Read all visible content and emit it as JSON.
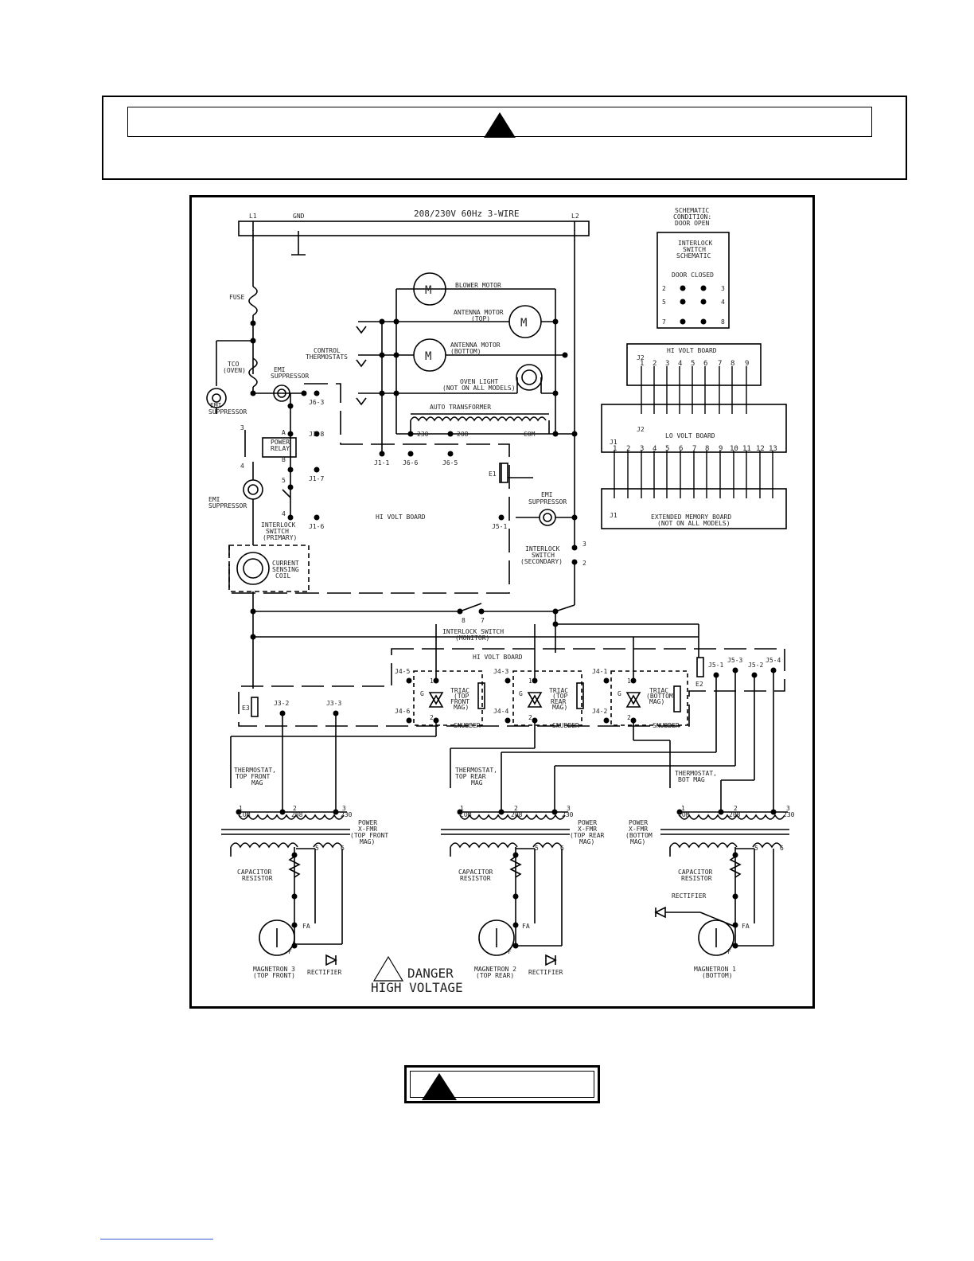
{
  "header": {
    "notice": ""
  },
  "supply": {
    "label": "208/230V 60Hz 3-WIRE",
    "l1": "L1",
    "gnd": "GND",
    "l2": "L2"
  },
  "schematic_condition": {
    "l1": "SCHEMATIC",
    "l2": "CONDITION:",
    "l3": "DOOR OPEN"
  },
  "interlock_schematic": {
    "title1": "INTERLOCK",
    "title2": "SWITCH",
    "title3": "SCHEMATIC",
    "door": "DOOR CLOSED",
    "pins": [
      "2",
      "3",
      "5",
      "4",
      "7",
      "8"
    ]
  },
  "motors": {
    "blower": "BLOWER MOTOR",
    "ant_top_1": "ANTENNA MOTOR",
    "ant_top_2": "(TOP)",
    "ant_bot_1": "ANTENNA MOTOR",
    "ant_bot_2": "(BOTTOM)",
    "m": "M",
    "light_1": "OVEN LIGHT",
    "light_2": "(NOT ON ALL MODELS)"
  },
  "left_column": {
    "fuse": "FUSE",
    "tco_1": "TCO",
    "tco_2": "(OVEN)",
    "emi_1": "EMI",
    "emi_2": "SUPPRESSOR",
    "control_1": "CONTROL",
    "control_2": "THERMOSTATS",
    "relay_1": "POWER",
    "relay_2": "RELAY",
    "interlock_primary_1": "INTERLOCK",
    "interlock_primary_2": "SWITCH",
    "interlock_primary_3": "(PRIMARY)",
    "coil_1": "CURRENT",
    "coil_2": "SENSING",
    "coil_3": "COIL"
  },
  "connectors": {
    "j6_3": "J6-3",
    "j1_8": "J1-8",
    "j1_7": "J1-7",
    "j1_6": "J1-6",
    "j1_1": "J1-1",
    "j6_6": "J6-6",
    "j6_5": "J6-5",
    "j5_1": "J5-1",
    "a": "A",
    "b": "B",
    "e1": "E1",
    "t230": "230",
    "t208": "208",
    "com": "COM",
    "n3": "3",
    "n4": "4",
    "n5": "5"
  },
  "auto_transformer": "AUTO TRANSFORMER",
  "hi_volt_board": "HI VOLT BOARD",
  "secondary": {
    "l1": "INTERLOCK",
    "l2": "SWITCH",
    "l3": "(SECONDARY)",
    "p3": "3",
    "p2": "2"
  },
  "monitor": {
    "l1": "INTERLOCK SWITCH",
    "l2": "(MONITOR)",
    "p8": "8",
    "p7": "7"
  },
  "boards": {
    "hi_volt": "HI VOLT BOARD",
    "lo_volt": "LO VOLT BOARD",
    "ext_1": "EXTENDED MEMORY BOARD",
    "ext_2": "(NOT ON ALL MODELS)",
    "j2": "J2",
    "j1": "J1",
    "pins9": [
      "1",
      "2",
      "3",
      "4",
      "5",
      "6",
      "7",
      "8",
      "9"
    ],
    "pins13": [
      "1",
      "2",
      "3",
      "4",
      "5",
      "6",
      "7",
      "8",
      "9",
      "10",
      "11",
      "12",
      "13"
    ]
  },
  "triacs": {
    "t1": [
      "TRIAC",
      "(TOP",
      "FRONT",
      "MAG)"
    ],
    "t2": [
      "TRIAC",
      "(TOP",
      "REAR",
      "MAG)"
    ],
    "t3": [
      "TRIAC",
      "(BOTTOM",
      "MAG)"
    ],
    "snubber": "SNUBBER",
    "g": "G",
    "one": "1",
    "two": "2"
  },
  "lower_connectors": {
    "j4_5": "J4-5",
    "j4_6": "J4-6",
    "j4_3": "J4-3",
    "j4_4": "J4-4",
    "j4_1": "J4-1",
    "j4_2": "J4-2",
    "j3_2": "J3-2",
    "j3_3": "J3-3",
    "e3": "E3",
    "e2": "E2",
    "j5_1": "J5-1",
    "j5_3": "J5-3",
    "j5_2": "J5-2",
    "j5_4": "J5-4"
  },
  "thermostats": {
    "front": [
      "THERMOSTAT,",
      "TOP FRONT",
      "MAG"
    ],
    "rear": [
      "THERMOSTAT,",
      "TOP REAR",
      "MAG"
    ],
    "bot": [
      "THERMOSTAT,",
      "BOT MAG"
    ]
  },
  "xfmr_taps": {
    "one": "1",
    "two": "2",
    "three": "3",
    "com": "COM",
    "v208": "208",
    "v230": "230",
    "five": "5",
    "six": "6"
  },
  "xfmrs": {
    "front": [
      "POWER",
      "X-FMR",
      "(TOP FRONT",
      "MAG)"
    ],
    "rear": [
      "POWER",
      "X-FMR",
      "(TOP REAR",
      "MAG)"
    ],
    "bot": [
      "POWER",
      "X-FMR",
      "(BOTTOM",
      "MAG)"
    ]
  },
  "cap_res": [
    "CAPACITOR",
    "RESISTOR"
  ],
  "rectifier": "RECTIFIER",
  "fa": "FA",
  "f": "F",
  "magnetrons": {
    "m3": [
      "MAGNETRON 3",
      "(TOP FRONT)"
    ],
    "m2": [
      "MAGNETRON 2",
      "(TOP REAR)"
    ],
    "m1": [
      "MAGNETRON 1",
      "(BOTTOM)"
    ]
  },
  "danger": {
    "l1": "DANGER",
    "l2": "HIGH VOLTAGE"
  }
}
